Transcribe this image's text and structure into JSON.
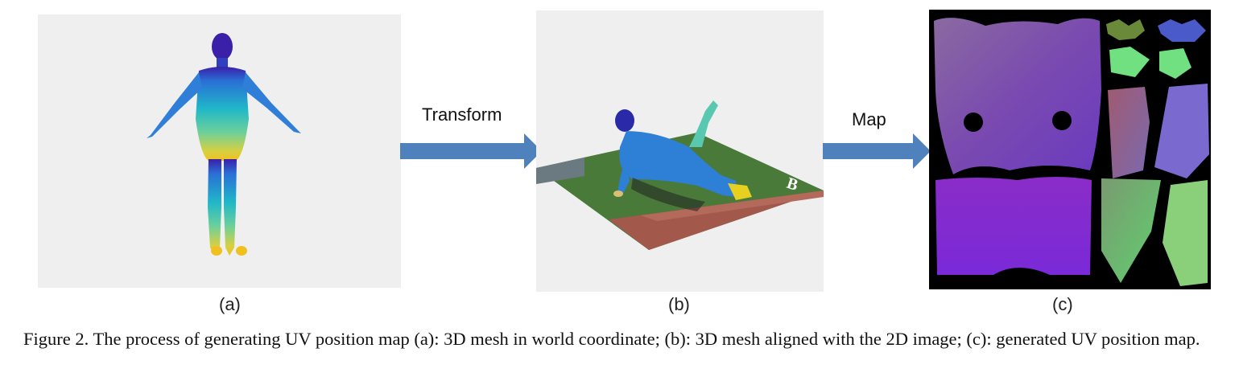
{
  "figure": {
    "panels": [
      {
        "id": "a",
        "label": "(a)"
      },
      {
        "id": "b",
        "label": "(b)"
      },
      {
        "id": "c",
        "label": "(c)"
      }
    ],
    "arrows": [
      {
        "label": "Transform"
      },
      {
        "label": "Map"
      }
    ],
    "caption": "Figure 2. The process of generating UV position map (a): 3D mesh in world coordinate; (b): 3D mesh aligned with the 2D image; (c): generated UV position map.",
    "colors": {
      "panel_bg": "#eeeeee",
      "arrow": "#4f81bd",
      "uv_bg": "#000000"
    }
  }
}
